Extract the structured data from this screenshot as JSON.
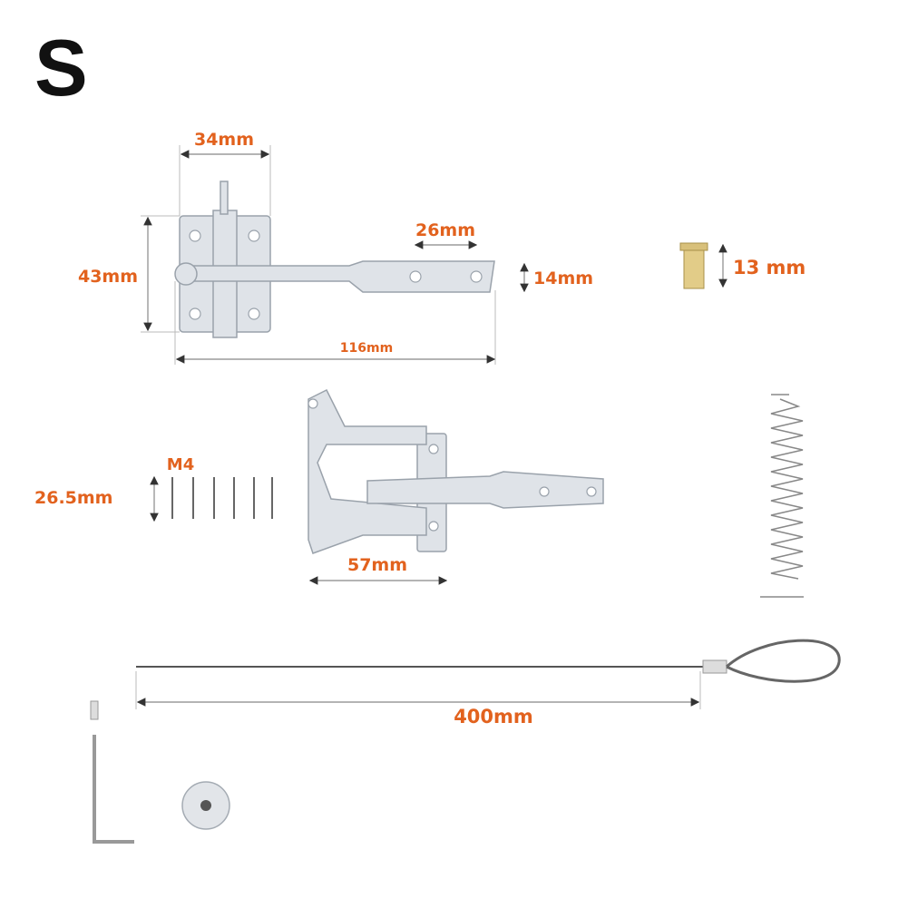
{
  "size_letter": "S",
  "accent_color": "#e2621e",
  "labels": {
    "plate_width": "34mm",
    "plate_height": "43mm",
    "hole_spacing": "26mm",
    "bar_width": "14mm",
    "latch_length": "116mm",
    "nut_height": "13 mm",
    "screw_size": "M4",
    "screw_length": "26.5mm",
    "catch_width": "57mm",
    "cable_length": "400mm"
  }
}
